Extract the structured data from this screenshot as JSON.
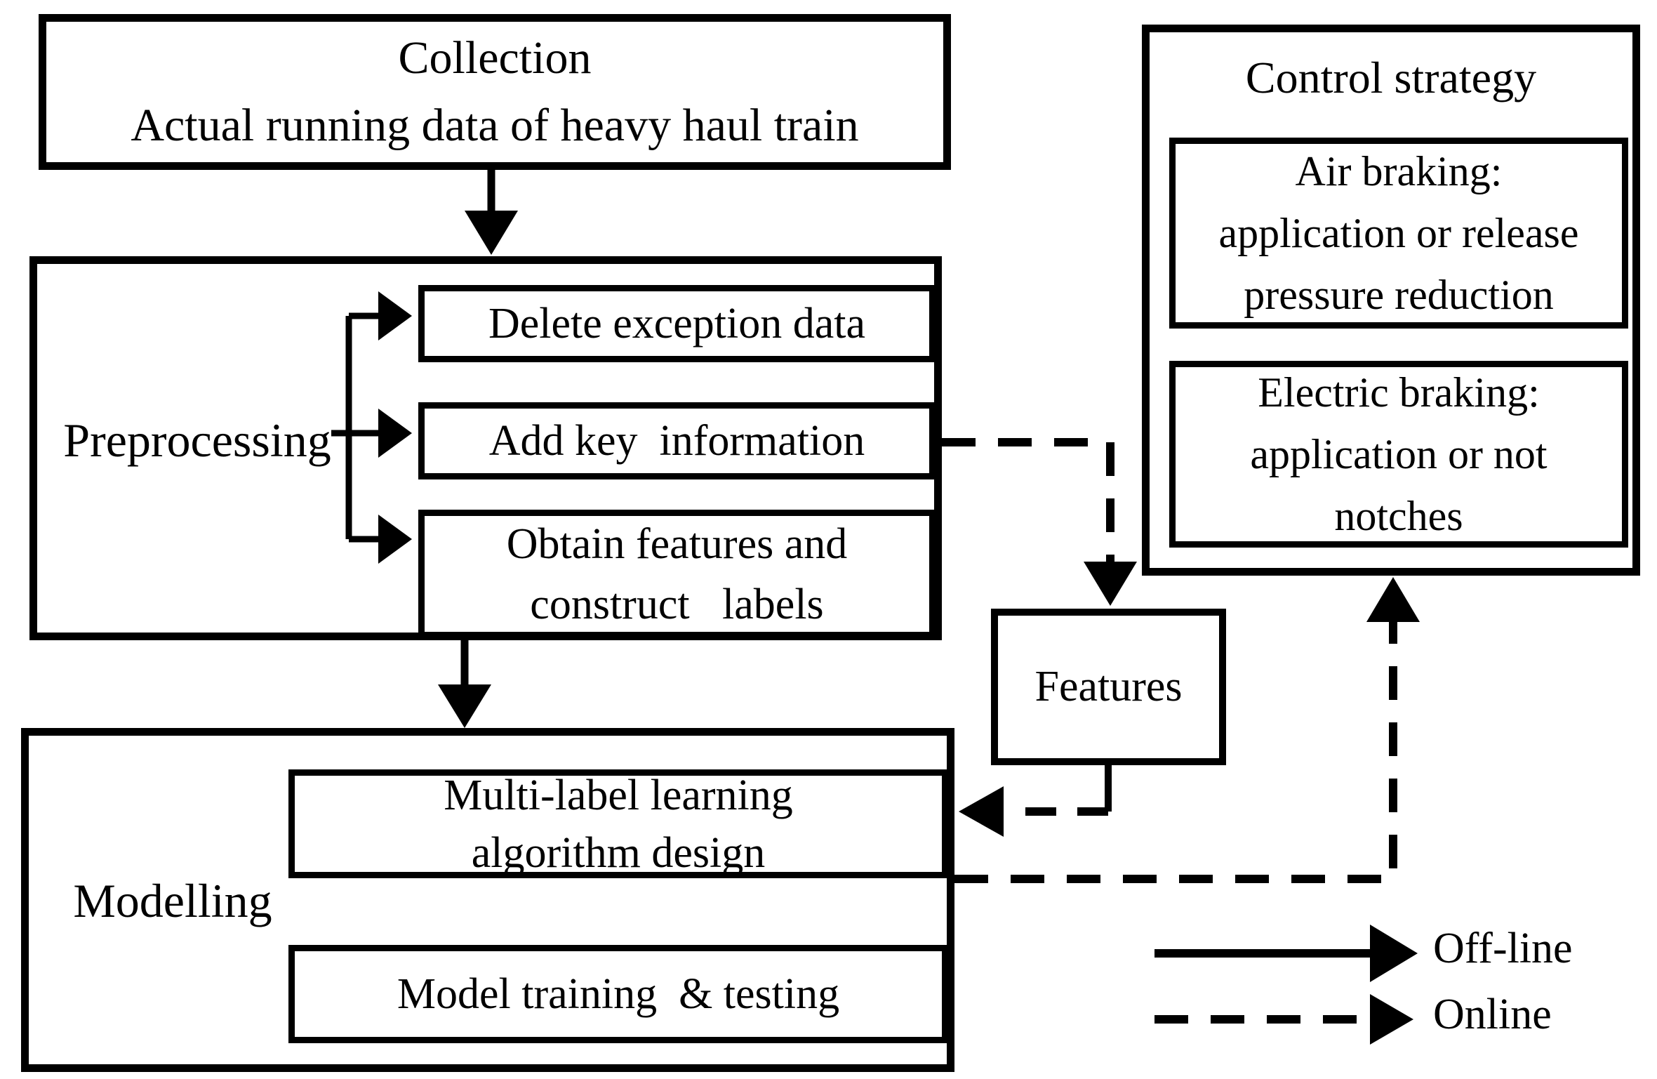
{
  "diagram": {
    "collection": {
      "line1": "Collection",
      "line2": "Actual running data of heavy haul train"
    },
    "preprocessing": {
      "label": "Preprocessing",
      "steps": [
        {
          "line1": "Delete exception data"
        },
        {
          "line1": "Add key  information"
        },
        {
          "line1": "Obtain features and",
          "line2": "construct   labels"
        }
      ]
    },
    "modelling": {
      "label": "Modelling",
      "steps": [
        {
          "line1": "Multi-label learning",
          "line2": "algorithm design"
        },
        {
          "line1": "Model training  & testing"
        }
      ]
    },
    "control_strategy": {
      "title": "Control strategy",
      "boxes": [
        {
          "line1": "Air braking:",
          "line2": "application or release",
          "line3": "pressure reduction"
        },
        {
          "line1": "Electric braking:",
          "line2": "application or not",
          "line3": "notches"
        }
      ]
    },
    "features": {
      "label": "Features"
    },
    "legend": {
      "offline_label": "Off-line",
      "online_label": "Online"
    },
    "colors": {
      "ink": "#000000",
      "background": "#ffffff"
    }
  }
}
